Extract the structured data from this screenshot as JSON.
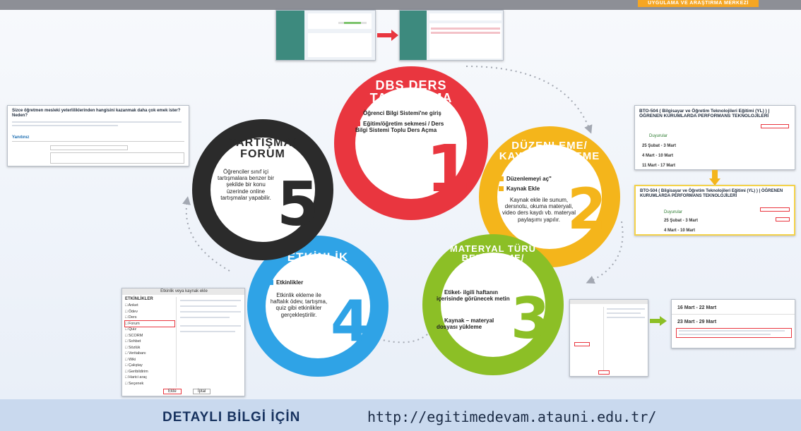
{
  "header": {
    "banner": "UYGULAMA VE ARAŞTIRMA MERKEZİ"
  },
  "steps": [
    {
      "number": "1",
      "title": "DBS DERS TANIMLAMA",
      "bullets": [
        "Öğrenci Bilgi Sistemi'ne giriş",
        "Eğitim/öğretim sekmesi / Ders Bilgi Sistemi Toplu Ders Açma"
      ],
      "color": "#e9363f"
    },
    {
      "number": "2",
      "title": "DÜZENLEME/ KAYNAK EKLEME",
      "bullets": [
        "Düzenlemeyi aç\"",
        "Kaynak Ekle"
      ],
      "text": "Kaynak ekle ile sunum, dersnotu, okuma materyali, video ders kaydı vb. materyal paylaşımı yapılır.",
      "color": "#f4b51b"
    },
    {
      "number": "3",
      "title": "MATERYAL TÜRÜ BELİRLEME/ KAYNAKLAR",
      "bullets": [
        "Etiket- ilgili haftanın içerisinde görünecek metin",
        "Kaynak – materyal dosyası yükleme"
      ],
      "color": "#8cbf26"
    },
    {
      "number": "4",
      "title": "ETKİNLİK EKLEME",
      "bullets": [
        "Etkinlikler"
      ],
      "text": "Etkinlik ekleme ile haftalık ödev, tartışma, quiz gibi etkinlikler gerçekleştirilir.",
      "color": "#2fa3e6"
    },
    {
      "number": "5",
      "title": "TARTIŞMA/ FORUM",
      "text": "Öğrenciler sınıf içi tartışmalara benzer bir şekilde bir konu üzerinde online tartışmalar yapabilir.",
      "color": "#2b2b2b"
    }
  ],
  "screens": {
    "forum_question": "Sizce öğretmen mesleki yeterliliklerinden hangisini kazanmak daha çok emek ister? Neden?",
    "forum_reply": "Yanıtınız",
    "course_title": "BTO-504 ( Bilgisayar ve Öğretim Teknolojileri Eğitimi (YL) ) | ÖĞRENEN KURUMLARDA PERFORMANS TEKNOLOJİLERİ",
    "course_rows": [
      "Duyurular",
      "25 Şubat - 3 Mart",
      "4 Mart - 10 Mart",
      "11 Mart - 17 Mart"
    ],
    "course_rows_b": [
      "Duyurular",
      "25 Şubat - 3 Mart",
      "4 Mart - 10 Mart"
    ],
    "weeks": [
      "16 Mart - 22 Mart",
      "23 Mart - 29 Mart"
    ],
    "activity_title": "Etkinlik veya kaynak ekle",
    "activity_head": "ETKİNLİKLER",
    "activity_items": [
      "Anket",
      "Ödev",
      "Ders",
      "Forum",
      "Quiz",
      "SCORM",
      "Sohbet",
      "Sözlük",
      "Veritabanı",
      "Wiki",
      "Çalıştay",
      "Geribildirim",
      "Harici araç",
      "Seçenek"
    ],
    "activity_buttons": [
      "Ekle",
      "İptal"
    ]
  },
  "footer": {
    "label": "DETAYLI BİLGİ İÇİN",
    "url": "http://egitimedevam.atauni.edu.tr/"
  }
}
